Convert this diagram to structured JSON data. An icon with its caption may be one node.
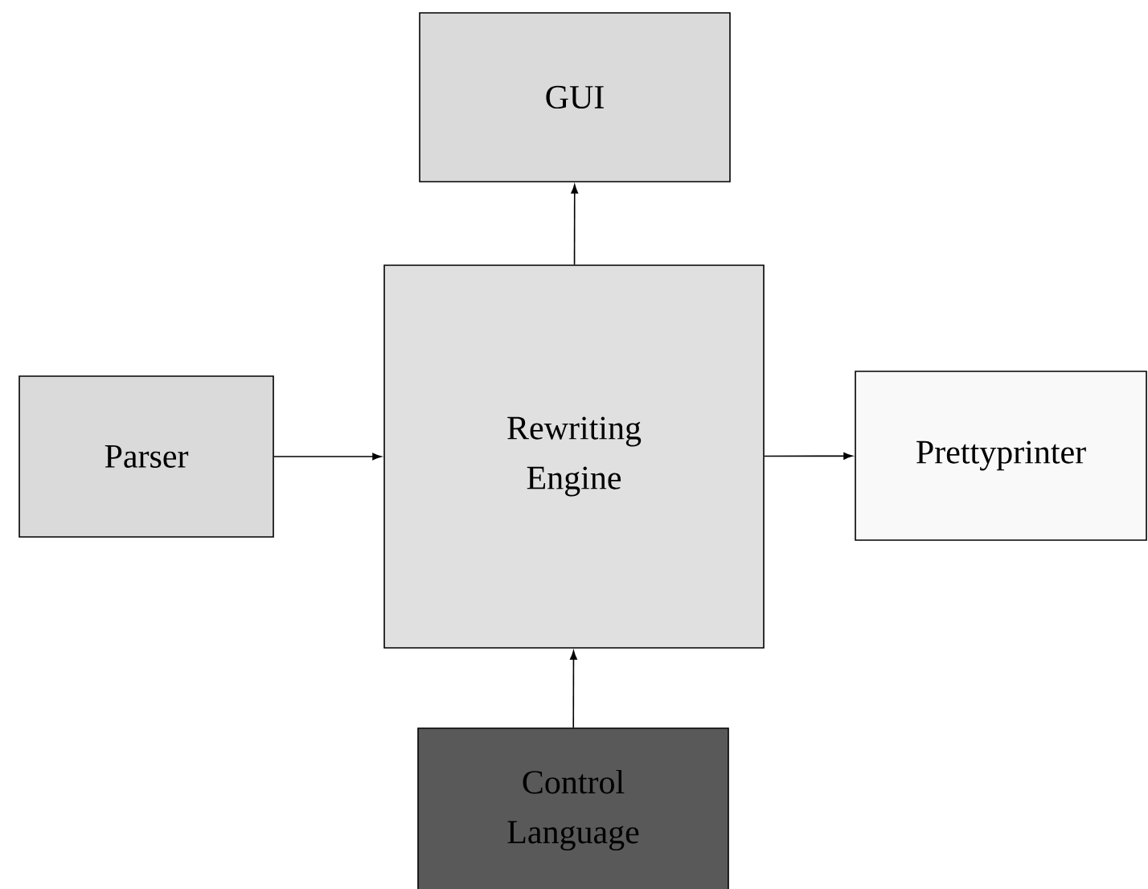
{
  "diagram": {
    "nodes": [
      {
        "text": [
          "GUI"
        ]
      },
      {
        "text": [
          "Rewriting Engine"
        ]
      },
      {
        "text": [
          "Parser"
        ]
      },
      {
        "text": [
          "Prettyprinter"
        ]
      },
      {
        "text": [
          "Control Language"
        ]
      }
    ],
    "edges": [
      {
        "from": 2,
        "to": 1,
        "arrow": "to"
      },
      {
        "from": 1,
        "to": 3,
        "arrow": "to"
      },
      {
        "from": 1,
        "to": 0,
        "arrow": "to"
      },
      {
        "from": 4,
        "to": 1,
        "arrow": "to"
      }
    ]
  }
}
